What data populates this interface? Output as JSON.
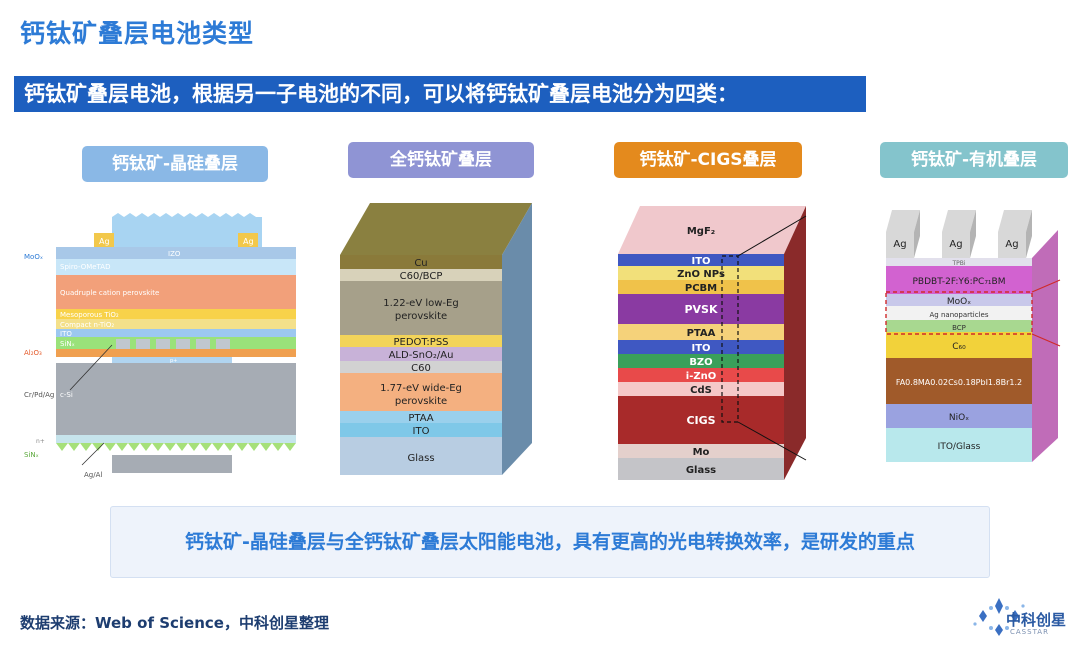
{
  "title": "钙钛矿叠层电池类型",
  "banner": "钙钛矿叠层电池，根据另一子电池的不同，可以将钙钛矿叠层电池分为四类：",
  "categories": [
    {
      "label": "钙钛矿-晶硅叠层",
      "color": "#8ab8e6"
    },
    {
      "label": "全钙钛矿叠层",
      "color": "#8f94d4"
    },
    {
      "label": "钙钛矿-CIGS叠层",
      "color": "#e48a1d"
    },
    {
      "label": "钙钛矿-有机叠层",
      "color": "#84c4cc"
    }
  ],
  "diagram1": {
    "top_labels": [
      "Ag",
      "IZO",
      "Ag"
    ],
    "layers": [
      "Spiro-OMeTAD",
      "Quadruple cation perovskite",
      "Mesoporous TiO₂",
      "Compact n-TiO₂",
      "ITO",
      "SiNₓ",
      "p+",
      "c-Si",
      "n+"
    ],
    "side_labels": [
      "MoOₓ",
      "Al₂O₃",
      "Cr/Pd/Ag",
      "SiNₓ"
    ],
    "bottom_label": "Ag/Al"
  },
  "diagram2": {
    "layers": [
      "Cu",
      "C60/BCP",
      "1.22-eV low-Eg",
      "perovskite",
      "PEDOT:PSS",
      "ALD-SnO₂/Au",
      "C60",
      "1.77-eV wide-Eg",
      "perovskite",
      "PTAA",
      "ITO",
      "Glass"
    ]
  },
  "diagram3": {
    "layers": [
      "MgF₂",
      "ITO",
      "ZnO NPs",
      "PCBM",
      "PVSK",
      "PTAA",
      "ITO",
      "BZO",
      "i-ZnO",
      "CdS",
      "CIGS",
      "Mo",
      "Glass"
    ]
  },
  "diagram4": {
    "electrodes": [
      "Ag",
      "Ag",
      "Ag"
    ],
    "layers": [
      "TPBi",
      "PBDBT-2F:Y6:PC₇₁BM",
      "MoOₓ",
      "Ag nanoparticles",
      "BCP",
      "C₆₀",
      "FA0.8MA0.02Cs0.18PbI1.8Br1.2",
      "NiOₓ",
      "ITO/Glass"
    ]
  },
  "conclusion": "钙钛矿-晶硅叠层与全钙钛矿叠层太阳能电池，具有更高的光电转换效率，是研发的重点",
  "source": "数据来源：Web of Science，中科创星整理",
  "logo": {
    "name": "中科创星",
    "sub": "CASSTAR"
  }
}
